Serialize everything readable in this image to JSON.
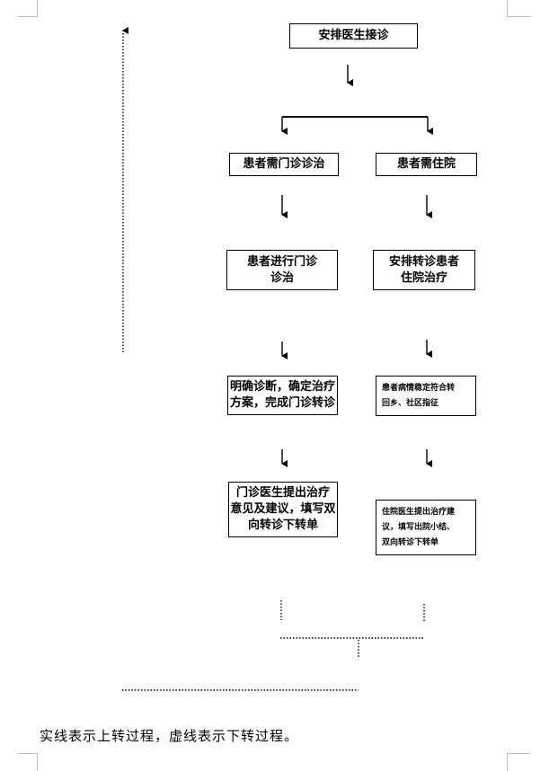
{
  "nodes": {
    "top": "安排医生接诊",
    "outpatient_need": "患者需门诊诊治",
    "inpatient_need": "患者需住院",
    "outpatient_treat": "患者进行门诊\n诊治",
    "transfer_hosp": "安排转诊患者\n住院治疗",
    "diagnosis": "明确诊断，确定治疗\n方案，完成门诊转诊",
    "stable": "患者病情稳定符合转\n回乡、社区指征",
    "out_doctor": "门诊医生提出治疗\n意见及建议，填写双\n向转诊下转单",
    "in_doctor": "住院医生提出治疗建\n议，填写出院小结、\n双向转诊下转单"
  },
  "caption": "实线表示上转过程，虚线表示下转过程。"
}
